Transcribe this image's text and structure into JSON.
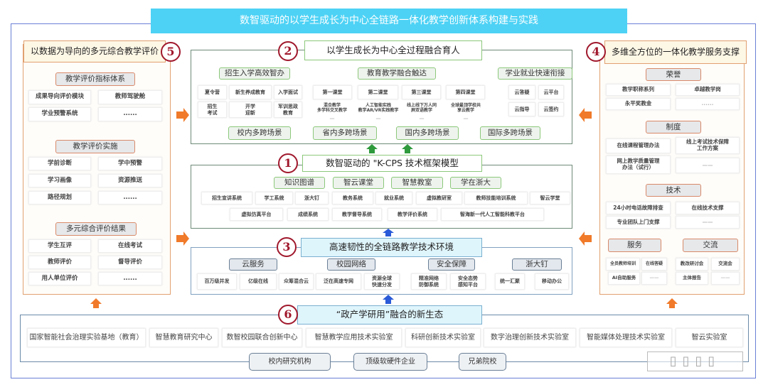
{
  "title": "数智驱动的以学生成长为中心全链路一体化教学创新体系构建与实践",
  "panel5": {
    "num": "5",
    "title": "以数据为导向的多元综合教学评价",
    "groups": [
      {
        "header": "教学评价指标体系",
        "items": [
          "成果导向评价模块",
          "教师驾驶舱",
          "学业预警系统",
          "......"
        ]
      },
      {
        "header": "教学评价实施",
        "items": [
          "学前诊断",
          "学中预警",
          "学习画像",
          "资源推送",
          "路径规划",
          "......"
        ]
      },
      {
        "header": "多元综合评价结果",
        "items": [
          "学生互评",
          "在线考试",
          "教师评价",
          "督导评价",
          "用人单位评价",
          "......"
        ]
      }
    ]
  },
  "panel2": {
    "num": "2",
    "title": "以学生成长为中心全过程融合育人",
    "headers": [
      "招生入学高效智办",
      "教育教学融合触达",
      "学业就业快速衔接"
    ],
    "admission": [
      "夏令营",
      "新生养成教育",
      "入学面试",
      "招生\n考试",
      "开学\n迎新",
      "军训思政\n教育"
    ],
    "classrooms": [
      {
        "name": "第一课堂",
        "desc": "混合教学\n多学科交叉教学",
        "more": "—"
      },
      {
        "name": "第二课堂",
        "desc": "人工智能实践\n教学AR/VR实践教学",
        "more": "—"
      },
      {
        "name": "第三课堂",
        "desc": "线上线下万人同\n屏双语教学",
        "more": "—"
      },
      {
        "name": "第四课堂",
        "desc": "全球最顶学校共\n享云教学",
        "more": "—"
      }
    ],
    "employment": [
      "云答疑",
      "云平台",
      "云指导",
      "云签约"
    ],
    "scenes": [
      "校内多跨场景",
      "省内多跨场景",
      "国内多跨场景",
      "国际多跨场景"
    ]
  },
  "panel1": {
    "num": "1",
    "title": "数智驱动的 \"K-CPS 技术框架模型",
    "headers": [
      "知识图谱",
      "智云课堂",
      "智慧教室",
      "学在浙大"
    ],
    "row1": [
      "招生宣讲系统",
      "学工系统",
      "浙大钉",
      "教务系统",
      "就业系统",
      "虚拟教研室",
      "教师技能培训系统",
      "智云学堂"
    ],
    "row2": [
      "虚拟仿真平台",
      "成绩系统",
      "教学督导系统",
      "教学评价系统",
      "智海新一代人工智能科教平台"
    ]
  },
  "panel3": {
    "num": "3",
    "title": "高速韧性的全链路教学技术环境",
    "headers": [
      "云服务",
      "校园网络",
      "安全保障",
      "浙大钉"
    ],
    "items": [
      "百万级并发",
      "亿级在线",
      "众筹混合云",
      "泛在高速专网",
      "资源全球\n快速分发",
      "精准网络\n防御系统",
      "安全态势\n感知平台",
      "统一汇聚",
      "移动办公"
    ]
  },
  "panel4": {
    "num": "4",
    "title": "多维全方位的一体化教学服务支撑",
    "honor": {
      "header": "荣誉",
      "items": [
        "教学职称系列",
        "卓越教学岗",
        "永平奖教金",
        "......"
      ]
    },
    "policy": {
      "header": "制度",
      "items": [
        "在线课程管理办法",
        "线上考试技术保障\n工作方案",
        "网上教学质量管理\n办法（试行）",
        "——"
      ]
    },
    "tech": {
      "header": "技术",
      "items": [
        "24小时电话故障排查",
        "在线技术支撑",
        "专业团队上门支撑",
        "——"
      ]
    },
    "service": {
      "header": "服务",
      "items": [
        "全员教师培训",
        "在线答疑",
        "AI自助服务",
        "——"
      ]
    },
    "exchange": {
      "header": "交流",
      "items": [
        "教改研讨会",
        "交流会",
        "主体报告",
        "——"
      ]
    }
  },
  "panel6": {
    "num": "6",
    "title": "“政产学研用”融合的新生态",
    "items": [
      "国家智能社会治理实验基地（教育）",
      "智慧教育研究中心",
      "数智校园联合创新中心",
      "智慧教学应用技术实验室",
      "科研创新技术实验室",
      "数字治理创新技术实验室",
      "智能媒体处理技术实验室",
      "智云实验室"
    ],
    "partners": [
      "校内研究机构",
      "顶级软硬件企业",
      "兄弟院校"
    ]
  },
  "watermark": "品号周刊",
  "colors": {
    "title": "#4dd2f5",
    "orange": "#f07a2a",
    "green": "#2e9a3c",
    "blue": "#2a5ad8",
    "circle": "#a0182c"
  }
}
